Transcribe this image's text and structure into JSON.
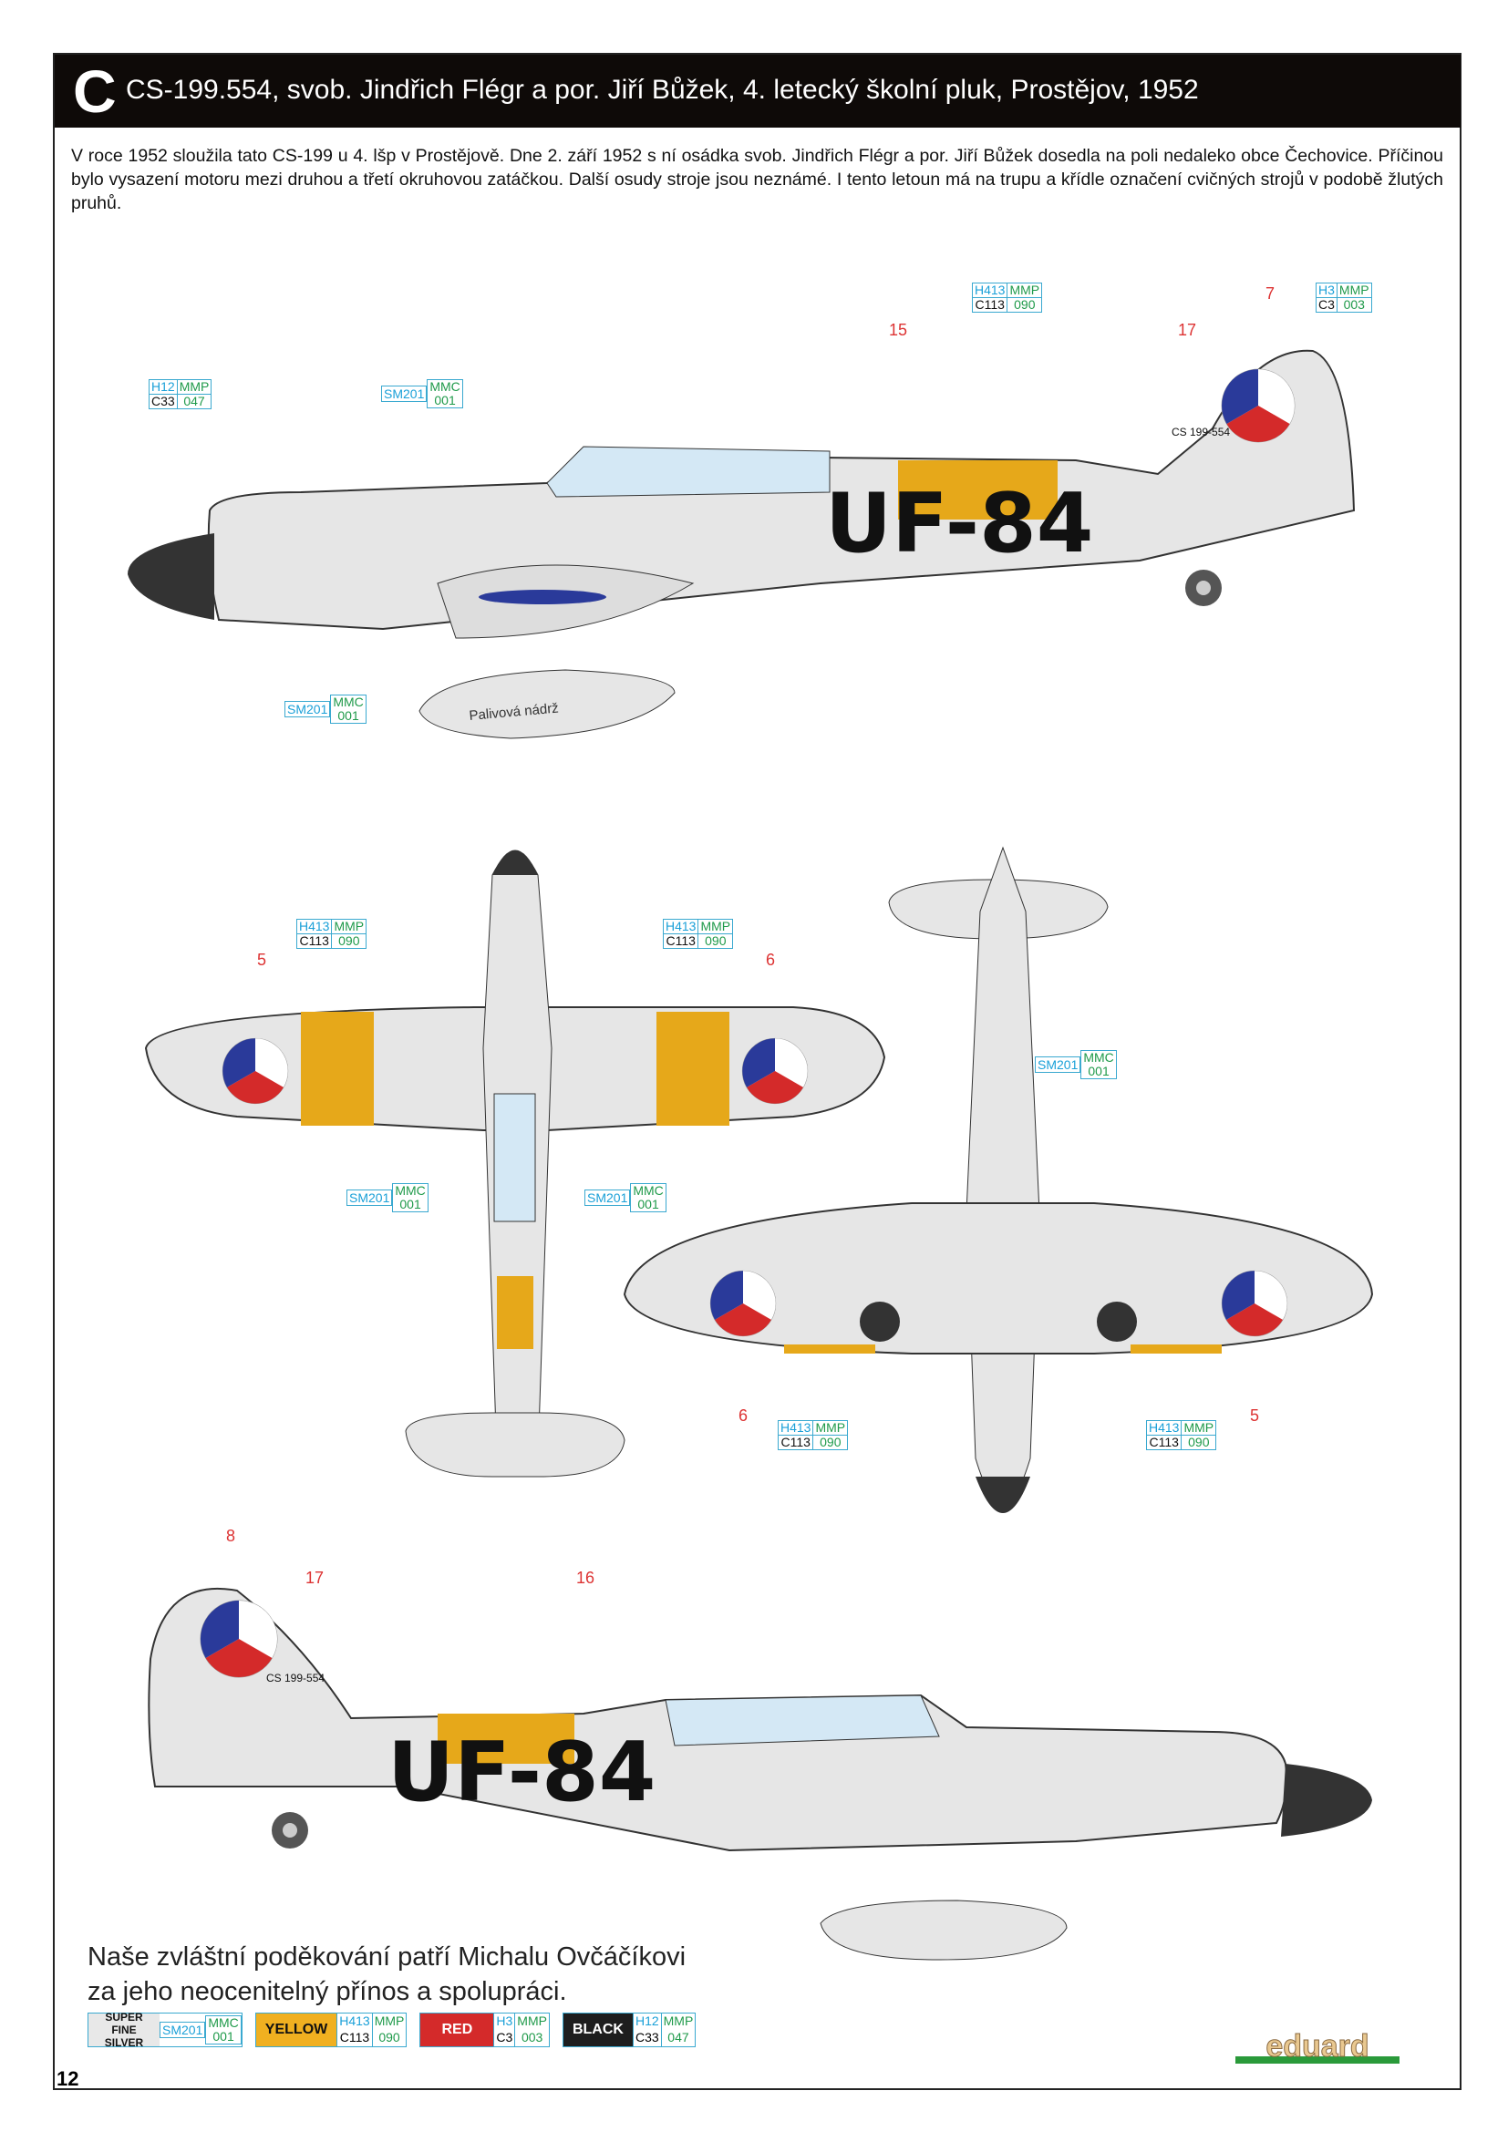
{
  "header": {
    "letter": "C",
    "title": "CS-199.554, svob. Jindřich Flégr a por. Jiří Bůžek, 4. letecký školní pluk, Prostějov, 1952"
  },
  "description": "V roce 1952 sloužila tato CS-199 u 4. lšp v Prostějově. Dne 2. září 1952 s ní osádka svob. Jindřich Flégr a por. Jiří Bůžek dosedla na poli nedaleko obce Čechovice. Příčinou bylo vysazení motoru mezi druhou a třetí okruhovou zatáčkou. Další osudy stroje jsou neznámé. I tento letoun má na trupu a křídle označení cvičných strojů v podobě žlutých pruhů.",
  "aircraft": {
    "code": "UF-84",
    "serial": "CS 199-554",
    "tank_label": "Palivová nádrž"
  },
  "callouts": {
    "black": {
      "a": "H12",
      "b": "MMP",
      "c": "C33",
      "d": "047"
    },
    "yellow": {
      "a": "H413",
      "b": "MMP",
      "c": "C113",
      "d": "090"
    },
    "red": {
      "a": "H3",
      "b": "MMP",
      "c": "C3",
      "d": "003"
    },
    "silver": {
      "a": "SM201",
      "b": "MMC",
      "d": "001"
    }
  },
  "markers": {
    "n15": "15",
    "n17": "17",
    "n7": "7",
    "n5": "5",
    "n6": "6",
    "n8": "8",
    "n16": "16"
  },
  "thanks": [
    "Naše zvláštní poděkování patří Michalu Ovčáčíkovi",
    "za jeho neocenitelný přínos a spolupráci."
  ],
  "legend": [
    {
      "name": "SUPER FINE SILVER",
      "color": "#e8e8e8",
      "a": "SM201",
      "b": "MMC",
      "d": "001"
    },
    {
      "name": "YELLOW",
      "color": "#f0b020",
      "a": "H413",
      "b": "MMP",
      "c": "C113",
      "d": "090"
    },
    {
      "name": "RED",
      "color": "#d42a2a",
      "a": "H3",
      "b": "MMP",
      "c": "C3",
      "d": "003"
    },
    {
      "name": "BLACK",
      "color": "#1e1e1e",
      "a": "H12",
      "b": "MMP",
      "c": "C33",
      "d": "047"
    }
  ],
  "page_number": "12",
  "logo": "eduard"
}
